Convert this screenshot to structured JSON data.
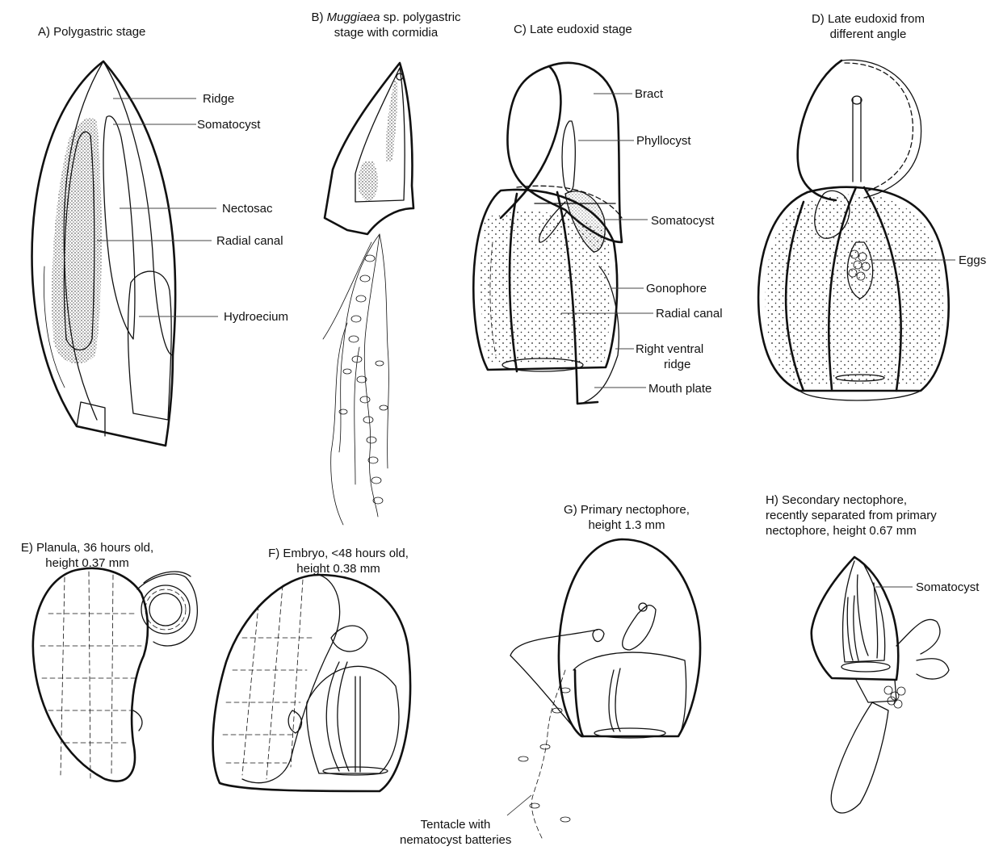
{
  "panels": {
    "a": {
      "title": "A) Polygastric stage",
      "labels": [
        "Ridge",
        "Somatocyst",
        "Nectosac",
        "Radial canal",
        "Hydroecium"
      ]
    },
    "b": {
      "title_italic": "Muggiaea",
      "title_rest": " sp. polygastric",
      "title_line2": "stage with cormidia"
    },
    "c": {
      "title": "C) Late eudoxid stage",
      "labels": [
        "Bract",
        "Phyllocyst",
        "Somatocyst",
        "Gonophore",
        "Radial canal",
        "Right ventral",
        "ridge",
        "Mouth plate"
      ]
    },
    "d": {
      "title_line1": "D) Late eudoxid from",
      "title_line2": "different angle",
      "labels": [
        "Eggs"
      ]
    },
    "e": {
      "title_line1": "E) Planula, 36 hours old,",
      "title_line2": "height 0.37 mm"
    },
    "f": {
      "title_line1": "F) Embryo, <48 hours old,",
      "title_line2": "height 0.38 mm"
    },
    "g": {
      "title_line1": "G) Primary nectophore,",
      "title_line2": "height 1.3 mm",
      "labels": [
        "Tentacle with",
        "nematocyst batteries"
      ]
    },
    "h": {
      "title_line1": "H) Secondary nectophore,",
      "title_line2": "recently separated from primary",
      "title_line3": "nectophore, height 0.67 mm",
      "labels": [
        "Somatocyst"
      ]
    }
  },
  "b_prefix": "B) "
}
